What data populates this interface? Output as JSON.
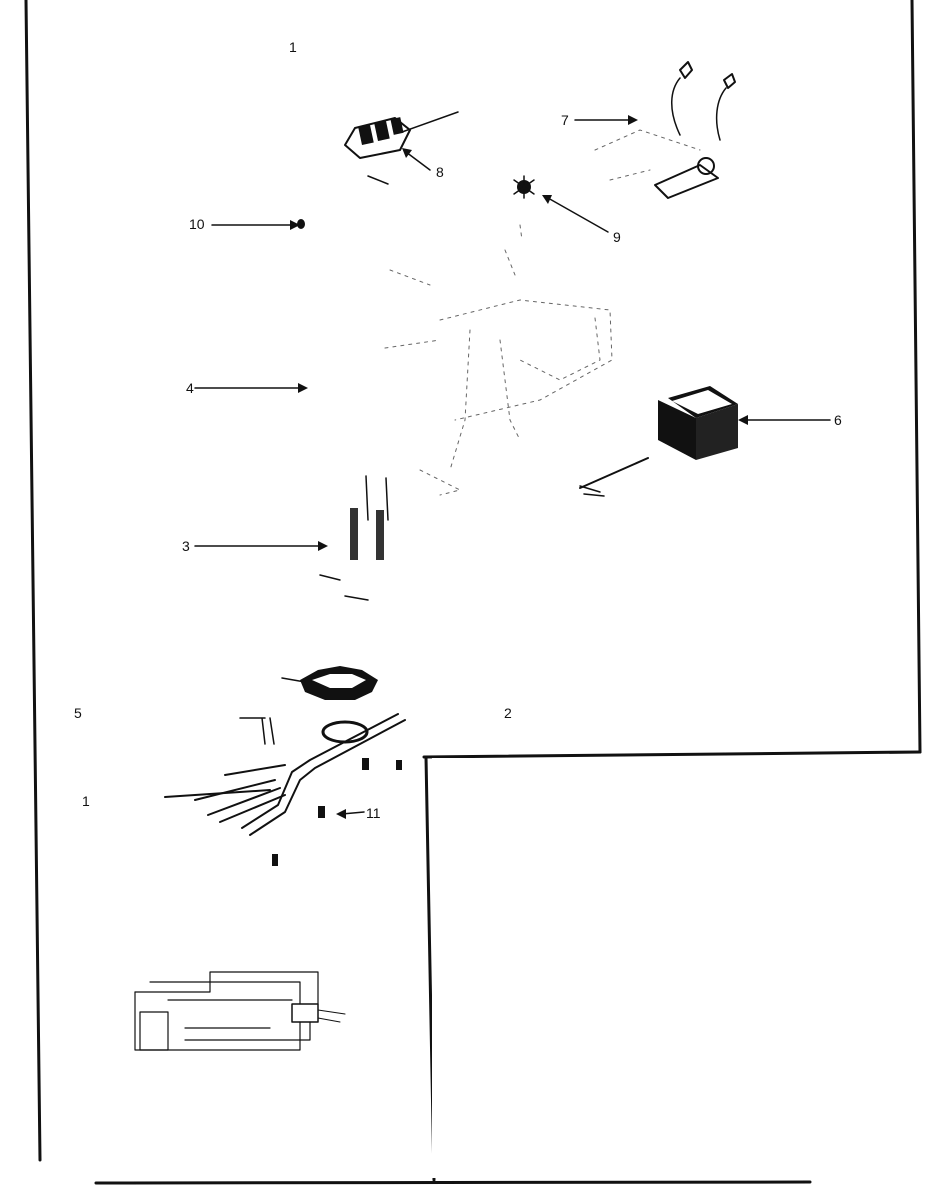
{
  "colors": {
    "ink": "#111111",
    "paper": "#ffffff"
  },
  "labels": {
    "top": "1",
    "callout_3": "3",
    "callout_4": "4",
    "callout_5": "5",
    "callout_6": "6",
    "callout_7": "7",
    "callout_8": "8",
    "callout_9": "9",
    "callout_10": "10",
    "callout_11": "11",
    "left_1": "1",
    "right_2": "2"
  }
}
